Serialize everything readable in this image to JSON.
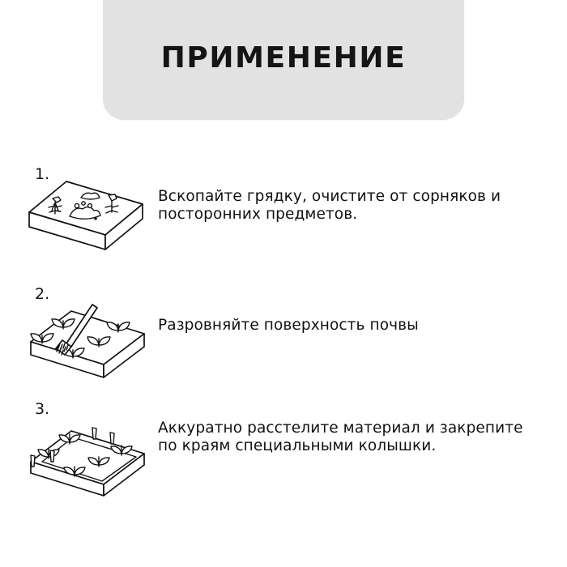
{
  "page": {
    "background_color": "#ffffff",
    "text_color": "#111111"
  },
  "header": {
    "title": "ПРИМЕНЕНИЕ",
    "background_color": "#e2e2e2"
  },
  "steps": [
    {
      "number": "1.",
      "text": "Вскопайте грядку, очистите от сорняков и посторонних предметов.",
      "illustration": "garden-bed-with-weeds-and-stones-icon"
    },
    {
      "number": "2.",
      "text": "Разровняйте поверхность почвы",
      "illustration": "garden-bed-with-rake-icon"
    },
    {
      "number": "3.",
      "text": "Аккуратно расстелите материал и закрепите по краям специальными колышки.",
      "illustration": "garden-bed-with-pegs-icon"
    }
  ]
}
